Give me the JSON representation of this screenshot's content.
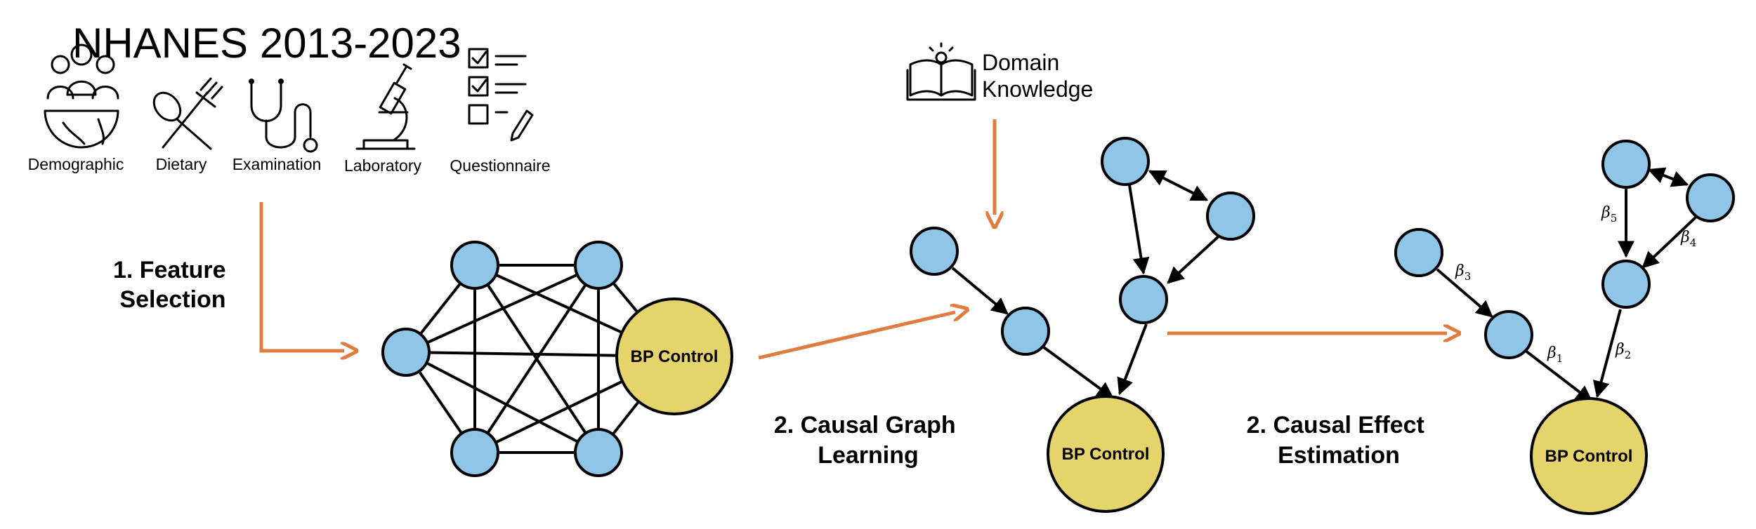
{
  "title": "NHANES 2013-2023",
  "categories": [
    {
      "label": "Demographic",
      "icon": "people-globe-icon"
    },
    {
      "label": "Dietary",
      "icon": "spoon-fork-icon"
    },
    {
      "label": "Examination",
      "icon": "stethoscope-icon"
    },
    {
      "label": "Laboratory",
      "icon": "microscope-icon"
    },
    {
      "label": "Questionnaire",
      "icon": "checklist-icon"
    }
  ],
  "steps": {
    "feature_selection": [
      "1. Feature",
      "Selection"
    ],
    "causal_graph": [
      "2. Causal Graph",
      "Learning"
    ],
    "causal_effect": [
      "2. Causal Effect",
      "Estimation"
    ]
  },
  "domain_knowledge": {
    "lines": [
      "Domain",
      "Knowledge"
    ],
    "icon": "book-lightbulb-icon"
  },
  "outcome_node": "BP Control",
  "betas": [
    {
      "sym": "β",
      "sub": "1"
    },
    {
      "sym": "β",
      "sub": "2"
    },
    {
      "sym": "β",
      "sub": "3"
    },
    {
      "sym": "β",
      "sub": "4"
    },
    {
      "sym": "β",
      "sub": "5"
    }
  ],
  "colors": {
    "feature_node": "#8fc6e8",
    "outcome_node": "#e5d36c",
    "flow_arrow": "#e07c40"
  }
}
